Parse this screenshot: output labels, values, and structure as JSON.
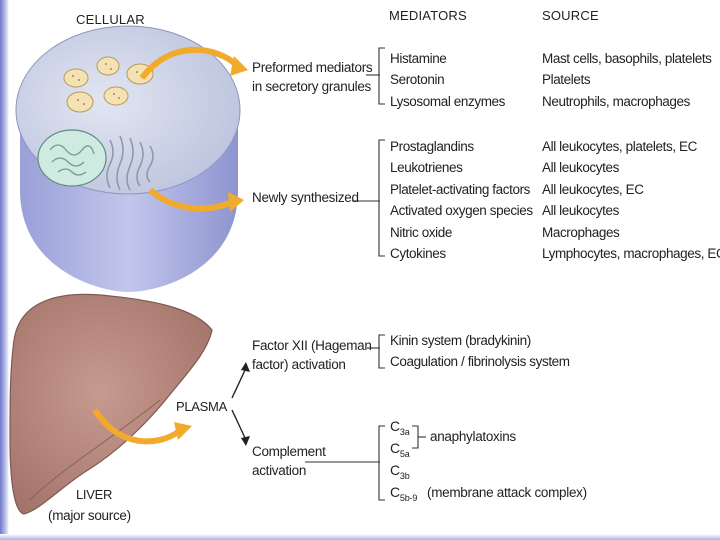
{
  "headers": {
    "cellular": "CELLULAR",
    "mediators": "MEDIATORS",
    "source": "SOURCE"
  },
  "groups": {
    "preformed": {
      "label": "Preformed mediators\nin secretory granules",
      "mediators": [
        "Histamine",
        "Serotonin",
        "Lysosomal enzymes"
      ],
      "sources": [
        "Mast cells, basophils, platelets",
        "Platelets",
        "Neutrophils, macrophages"
      ]
    },
    "newly": {
      "label": "Newly synthesized",
      "mediators": [
        "Prostaglandins",
        "Leukotrienes",
        "Platelet-activating factors",
        "Activated oxygen species",
        "Nitric oxide",
        "Cytokines"
      ],
      "sources": [
        "All leukocytes, platelets, EC",
        "All leukocytes",
        "All leukocytes, EC",
        "All leukocytes",
        "Macrophages",
        "Lymphocytes, macrophages, EC"
      ]
    },
    "factor12": {
      "label": "Factor XII (Hageman\nfactor) activation",
      "mediators": [
        "Kinin system (bradykinin)",
        "Coagulation / fibrinolysis system"
      ]
    },
    "complement": {
      "label": "Complement\nactivation",
      "components": [
        {
          "base": "C",
          "sub": "3a"
        },
        {
          "base": "C",
          "sub": "5a"
        },
        {
          "base": "C",
          "sub": "3b"
        },
        {
          "base": "C",
          "sub": "5b-9"
        }
      ],
      "anaphylatoxins": "anaphylatoxins",
      "mac": "(membrane attack complex)"
    }
  },
  "plasma": "PLASMA",
  "liver": "LIVER",
  "liver_note": "(major source)",
  "colors": {
    "cell_top": "#cfd6e8",
    "cell_side": "#a9aee0",
    "liver": "#b98a80",
    "arrow": "#f2aa2a"
  }
}
